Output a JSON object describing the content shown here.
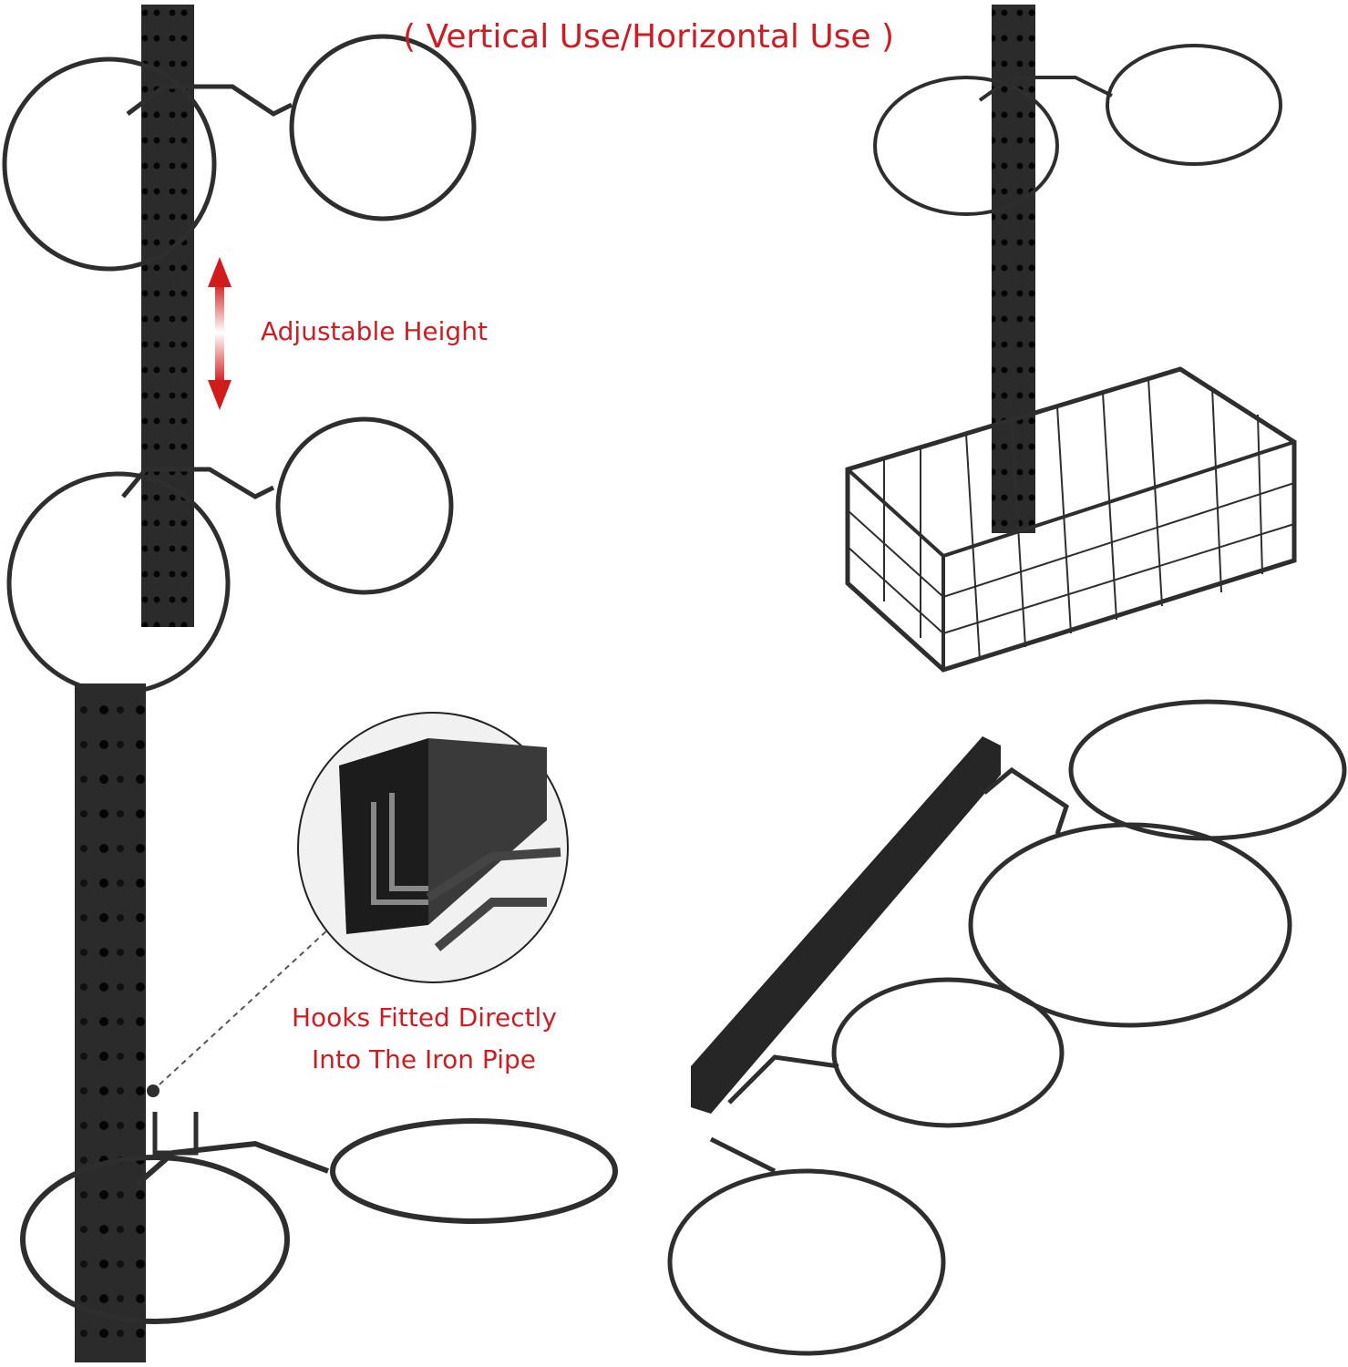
{
  "title": "( Vertical Use/Horizontal Use )",
  "annotations": {
    "adjustable_height": "Adjustable Height",
    "hooks_line1": "Hooks Fitted Directly",
    "hooks_line2": "Into The Iron Pipe"
  },
  "colors": {
    "accent": "#c81e24",
    "metal": "#2a2a2a",
    "background": "#ffffff"
  }
}
